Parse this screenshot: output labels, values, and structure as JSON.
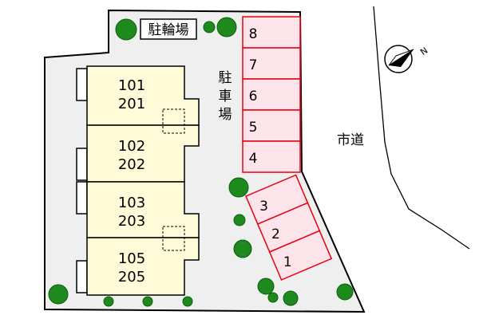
{
  "labels": {
    "bicycle_parking": "駐輪場",
    "car_parking": "駐車場",
    "city_road": "市道",
    "north_mark": "N"
  },
  "buildings": [
    {
      "top": "101",
      "bottom": "201"
    },
    {
      "top": "102",
      "bottom": "202"
    },
    {
      "top": "103",
      "bottom": "203"
    },
    {
      "top": "105",
      "bottom": "205"
    }
  ],
  "parking_spaces": [
    "8",
    "7",
    "6",
    "5",
    "4",
    "3",
    "2",
    "1"
  ],
  "colors": {
    "lot_fill": "#efefef",
    "building_fill": "#fffbd9",
    "parking_fill": "#fde4ea",
    "parking_stroke": "#e60012",
    "tree": "#1e8a1e",
    "line": "#000000"
  }
}
